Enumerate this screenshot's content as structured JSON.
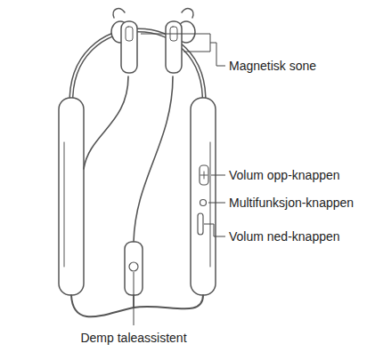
{
  "diagram": {
    "labels": [
      "Magnetisk sone",
      "Volum opp-knappen",
      "Multifunksjon-knappen",
      "Volum ned-knappen",
      "Demp taleassistent"
    ]
  }
}
